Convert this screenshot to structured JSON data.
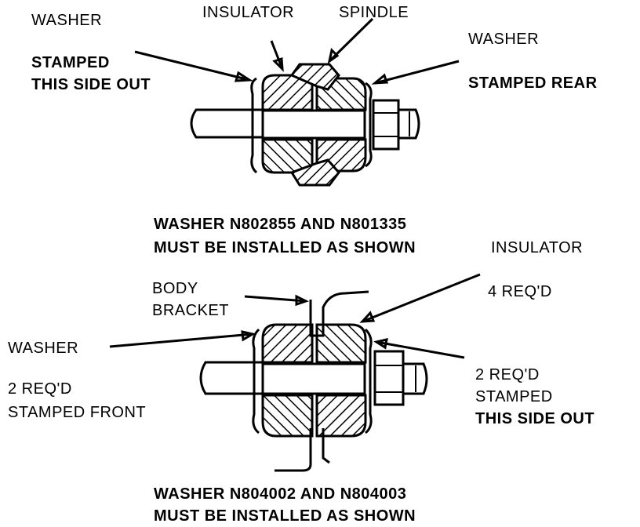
{
  "top": {
    "washer_left": "WASHER",
    "insulator": "INSULATOR",
    "spindle": "SPINDLE",
    "washer_right": "WASHER",
    "stamped_left_1": "STAMPED",
    "stamped_left_2": "THIS SIDE OUT",
    "stamped_right": "STAMPED REAR",
    "caption_1": "WASHER N802855 AND N801335",
    "caption_2": "MUST BE INSTALLED AS SHOWN"
  },
  "bottom": {
    "insulator": "INSULATOR",
    "qty_insulator": "4 REQ'D",
    "body_1": "BODY",
    "body_2": "BRACKET",
    "washer": "WASHER",
    "req_left_1": "2 REQ'D",
    "req_left_2": "STAMPED FRONT",
    "req_right_1": "2 REQ'D",
    "req_right_2": "STAMPED",
    "req_right_3": "THIS SIDE OUT",
    "caption_1": "WASHER N804002 AND N804003",
    "caption_2": "MUST BE INSTALLED AS SHOWN"
  }
}
